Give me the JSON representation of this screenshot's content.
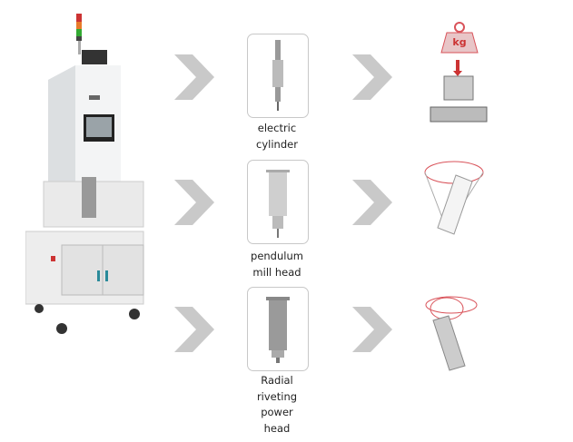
{
  "heads": [
    {
      "label_lines": [
        "electric",
        "cylinder"
      ]
    },
    {
      "label_lines": [
        "pendulum",
        "mill head"
      ]
    },
    {
      "label_lines": [
        "Radial",
        "riveting",
        "power",
        "head"
      ]
    }
  ],
  "weight_label": "kg",
  "colors": {
    "arrow": "#c9c9c9",
    "accent": "#d9535a",
    "frame": "#c8c8c8"
  }
}
